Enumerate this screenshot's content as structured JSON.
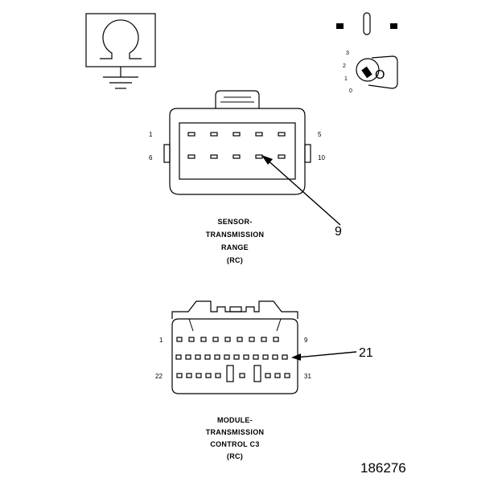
{
  "ohmmeter_symbol": {
    "icon": "ohm-icon",
    "ground_icon": "ground-icon"
  },
  "ignition": {
    "icon": "ignition-key-icon",
    "positions": [
      "3",
      "2",
      "1",
      "0"
    ],
    "key_letter": "O"
  },
  "connector_top": {
    "pin_labels": {
      "top_left": "1",
      "top_right": "5",
      "bottom_left": "6",
      "bottom_right": "10"
    },
    "callout": "9",
    "label_lines": [
      "SENSOR-",
      "TRANSMISSION",
      "RANGE",
      "(RC)"
    ]
  },
  "connector_bottom": {
    "pin_labels": {
      "top_left": "1",
      "top_right": "9",
      "bottom_left": "22",
      "bottom_right": "31"
    },
    "callout": "21",
    "label_lines": [
      "MODULE-",
      "TRANSMISSION",
      "CONTROL C3",
      "(RC)"
    ]
  },
  "figure_number": "186276"
}
